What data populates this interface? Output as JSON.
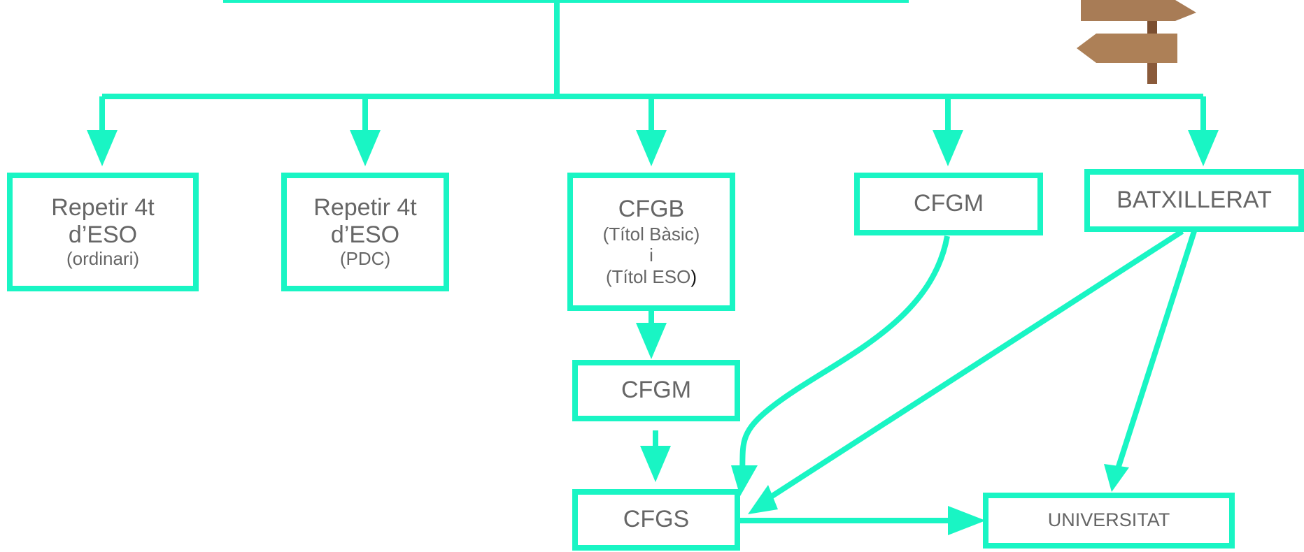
{
  "colors": {
    "accent": "#19f5c4",
    "text": "#666666",
    "signpost_wood": "#a87c56"
  },
  "icons": {
    "signpost": "wooden-signpost-icon"
  },
  "nodes": {
    "repetir_ordinari": {
      "line1": "Repetir 4t",
      "line2": "d’ESO",
      "line3": "(ordinari)"
    },
    "repetir_pdc": {
      "line1": "Repetir 4t",
      "line2": "d’ESO",
      "line3": "(PDC)"
    },
    "cfgb": {
      "line1": "CFGB",
      "line2": "(Títol Bàsic)",
      "line3": "i",
      "line4_main": "(Títol ESO",
      "line4_paren": ")"
    },
    "cfgm_top": {
      "label": "CFGM"
    },
    "batxillerat": {
      "label": "BATXILLERAT"
    },
    "cfgm_middle": {
      "label": "CFGM"
    },
    "cfgs": {
      "label": "CFGS"
    },
    "universitat": {
      "label": "UNIVERSITAT"
    }
  }
}
